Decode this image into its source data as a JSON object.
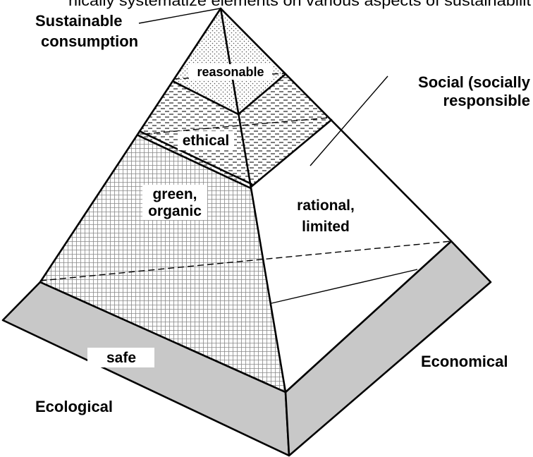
{
  "header_fragment": "nically systematize elements on various aspects of sustainabilit",
  "labels": {
    "apex": [
      "Sustainable",
      "consumption"
    ],
    "reasonable": "reasonable",
    "ethical": "ethical",
    "green": [
      "green,",
      "organic"
    ],
    "rational": [
      "rational,",
      "limited"
    ],
    "social": [
      "Social (socially",
      "responsible"
    ],
    "safe": "safe",
    "ecological": "Ecological",
    "economical": "Economical"
  },
  "colors": {
    "base_band": "#c8c8c8",
    "outline": "#000000",
    "face": "#ffffff"
  }
}
